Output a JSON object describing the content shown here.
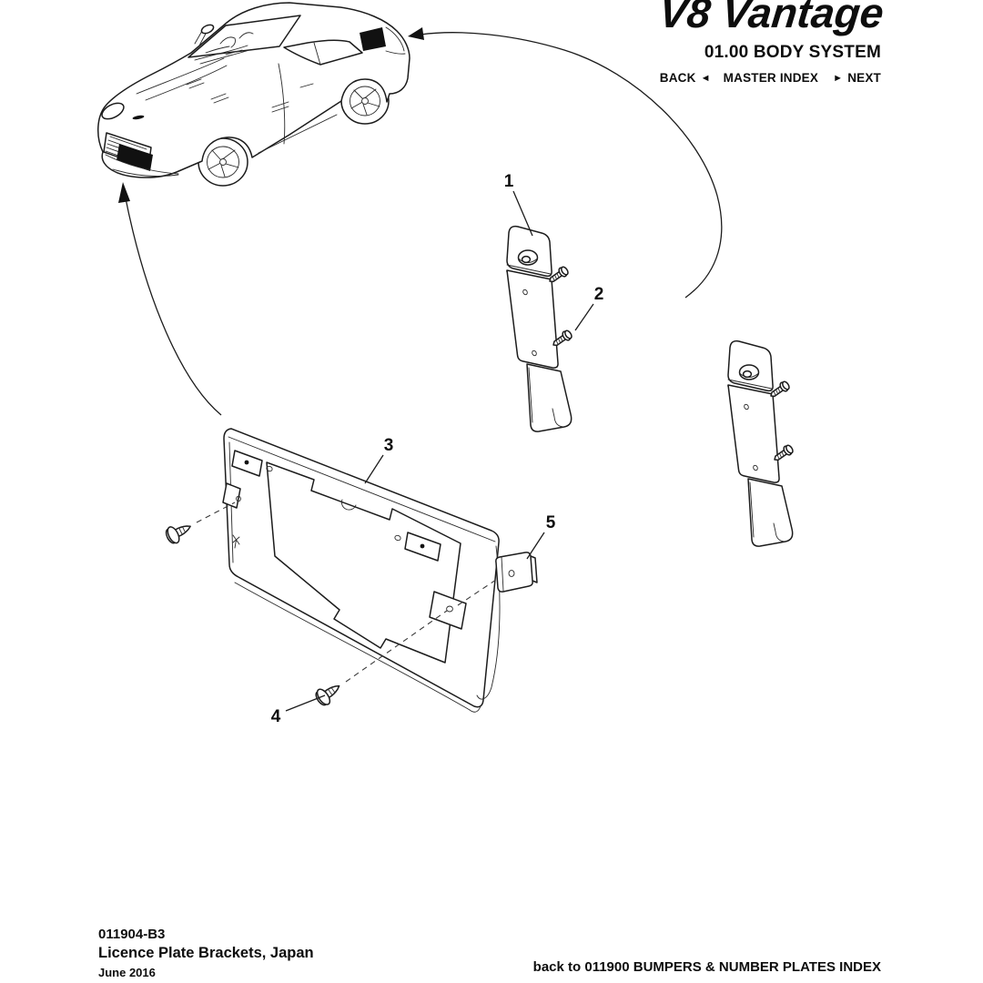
{
  "header": {
    "brand": "V8 Vantage",
    "section_title": "01.00 BODY SYSTEM",
    "nav": {
      "back_label": "BACK",
      "back_arrow": "◄",
      "master_index_label": "MASTER INDEX",
      "next_arrow": "►",
      "next_label": "NEXT"
    }
  },
  "diagram": {
    "callouts": [
      {
        "label": "1"
      },
      {
        "label": "2"
      },
      {
        "label": "3"
      },
      {
        "label": "4"
      },
      {
        "label": "5"
      }
    ]
  },
  "footer": {
    "doc_number": "011904-B3",
    "doc_title": "Licence Plate Brackets, Japan",
    "doc_date": "June 2016",
    "index_link": "back to 011900 BUMPERS & NUMBER PLATES INDEX"
  },
  "colors": {
    "ink": "#111111",
    "paper": "#ffffff"
  }
}
